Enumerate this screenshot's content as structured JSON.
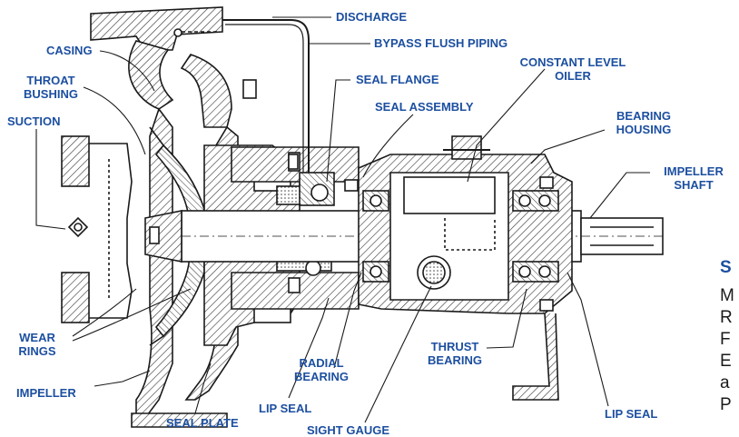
{
  "labels": {
    "discharge": "DISCHARGE",
    "bypass_flush_piping": "BYPASS FLUSH PIPING",
    "casing": "CASING",
    "throat_bushing_1": "THROAT",
    "throat_bushing_2": "BUSHING",
    "suction": "SUCTION",
    "seal_flange": "SEAL FLANGE",
    "constant_level_oiler_1": "CONSTANT LEVEL",
    "constant_level_oiler_2": "OILER",
    "seal_assembly": "SEAL ASSEMBLY",
    "bearing_housing_1": "BEARING",
    "bearing_housing_2": "HOUSING",
    "impeller_shaft_1": "IMPELLER",
    "impeller_shaft_2": "SHAFT",
    "wear_rings_1": "WEAR",
    "wear_rings_2": "RINGS",
    "impeller": "IMPELLER",
    "lip_seal_left": "LIP SEAL",
    "radial_bearing_1": "RADIAL",
    "radial_bearing_2": "BEARING",
    "thrust_bearing_1": "THRUST",
    "thrust_bearing_2": "BEARING",
    "lip_seal_right": "LIP SEAL",
    "seal_plate": "SEAL PLATE",
    "sight_gauge": "SIGHT GAUGE"
  },
  "side_text": {
    "title_fragment": "S",
    "lines": [
      "M",
      "R",
      "F",
      "E",
      "a",
      "P"
    ]
  },
  "colors": {
    "label": "#1c4fa0",
    "drawing": "#1a1a1a",
    "hatch": "#333333"
  }
}
